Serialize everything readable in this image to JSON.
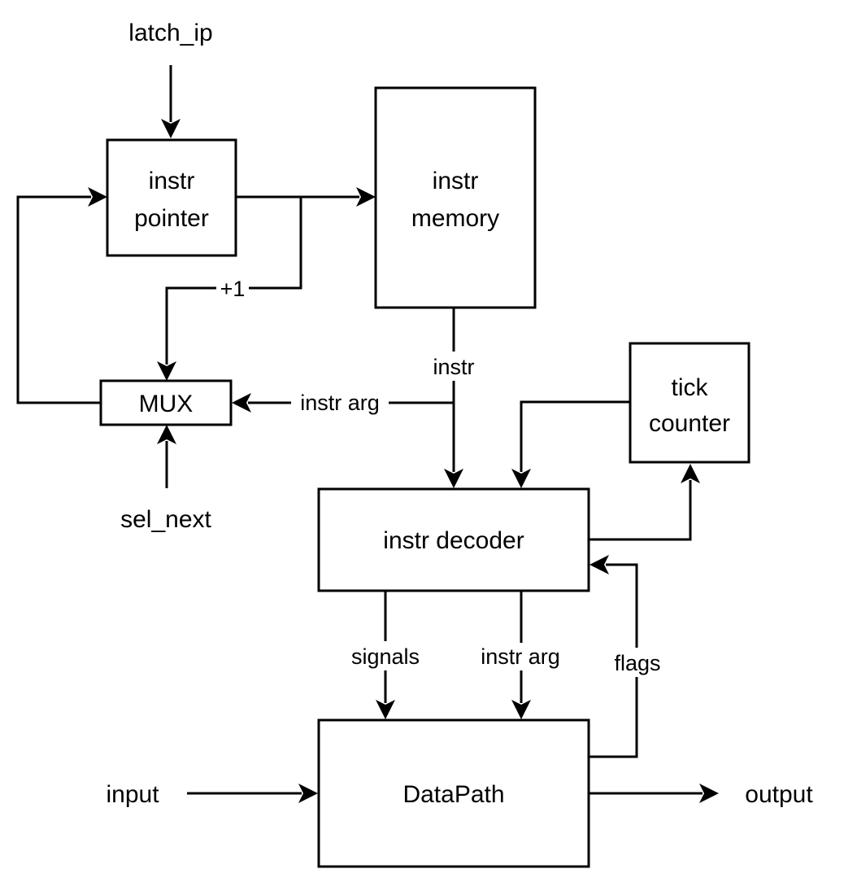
{
  "blocks": {
    "instr_pointer": [
      "instr",
      "pointer"
    ],
    "instr_memory": [
      "instr",
      "memory"
    ],
    "mux": "MUX",
    "tick_counter": [
      "tick",
      "counter"
    ],
    "instr_decoder": "instr decoder",
    "datapath": "DataPath"
  },
  "signals": {
    "latch_ip": "latch_ip",
    "sel_next": "sel_next",
    "input": "input",
    "output": "output",
    "plus_one": "+1",
    "instr": "instr",
    "instr_arg_to_mux": "instr arg",
    "signals": "signals",
    "instr_arg_to_datapath": "instr arg",
    "flags": "flags"
  }
}
